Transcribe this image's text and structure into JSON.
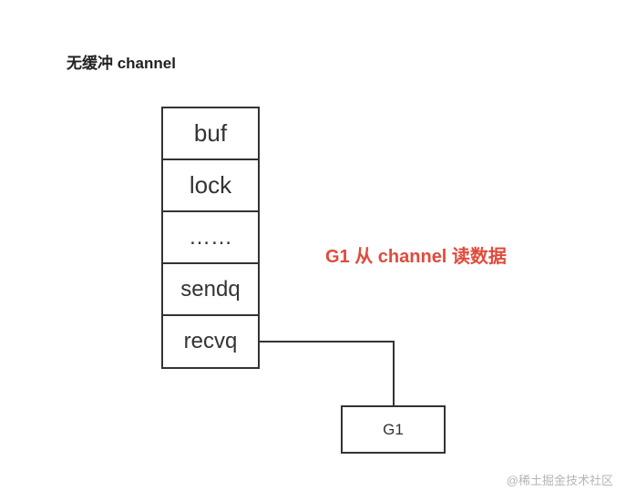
{
  "diagram": {
    "title": "无缓冲 channel",
    "channel_fields": [
      "buf",
      "lock",
      "……",
      "sendq",
      "recvq"
    ],
    "annotation": "G1 从 channel 读数据",
    "goroutine_label": "G1",
    "watermark": "@稀土掘金技术社区"
  },
  "colors": {
    "annotation": "#e04b3c",
    "stroke": "#333333",
    "watermark": "#b5b5b5"
  }
}
